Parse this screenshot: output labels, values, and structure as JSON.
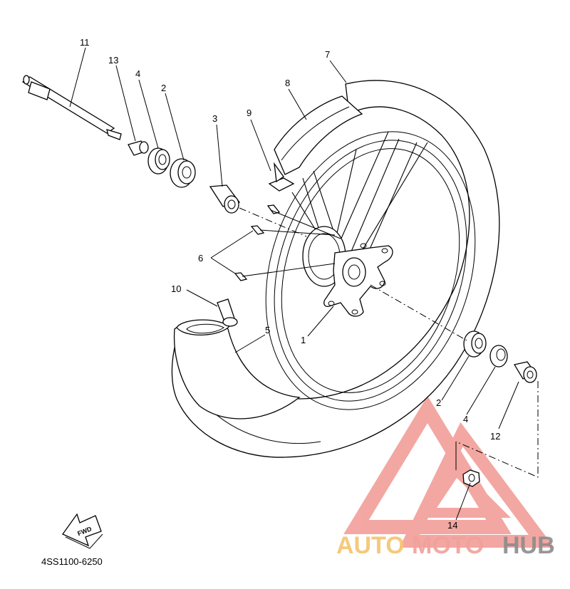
{
  "callouts": {
    "c1": "1",
    "c2a": "2",
    "c2b": "2",
    "c3": "3",
    "c4a": "4",
    "c4b": "4",
    "c5": "5",
    "c6": "6",
    "c7": "7",
    "c8": "8",
    "c9": "9",
    "c10": "10",
    "c11": "11",
    "c12": "12",
    "c13": "13",
    "c14": "14"
  },
  "fwd_label": "FWD",
  "diagram_code": "4SS1100-6250",
  "watermark": {
    "part1": "AUTO",
    "part2": "MOTO",
    "part3": "HUB",
    "colors": {
      "auto": "#f5c46e",
      "moto": "#f2a09a",
      "hub": "#8c8c8c",
      "logo": "#f08a84"
    }
  }
}
